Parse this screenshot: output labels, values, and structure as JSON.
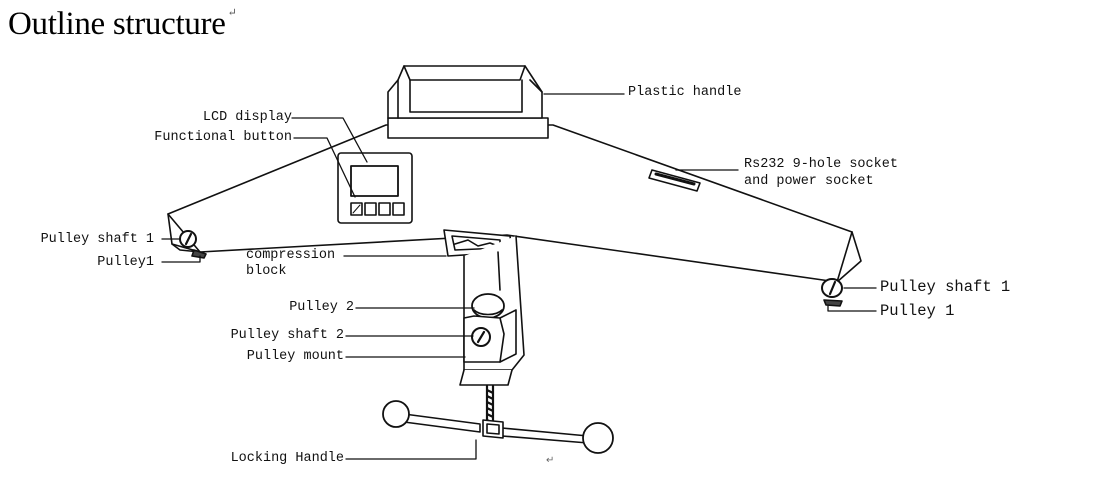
{
  "title": "Outline structure",
  "paragraph_mark": "↵",
  "labels": {
    "plastic_handle": "Plastic handle",
    "lcd_display": "LCD display",
    "functional_button": "Functional button",
    "rs232_line1": "Rs232 9-hole socket",
    "rs232_line2": "and power socket",
    "pulley_shaft_1_left": "Pulley shaft 1",
    "pulley1_left": "Pulley1",
    "compression_block_line1": "compression",
    "compression_block_line2": "block",
    "pulley_2": "Pulley 2",
    "pulley_shaft_2": "Pulley shaft 2",
    "pulley_mount": "Pulley mount",
    "locking_handle": "Locking Handle",
    "pulley_shaft_1_right": "Pulley shaft 1",
    "pulley_1_right": "Pulley 1"
  }
}
